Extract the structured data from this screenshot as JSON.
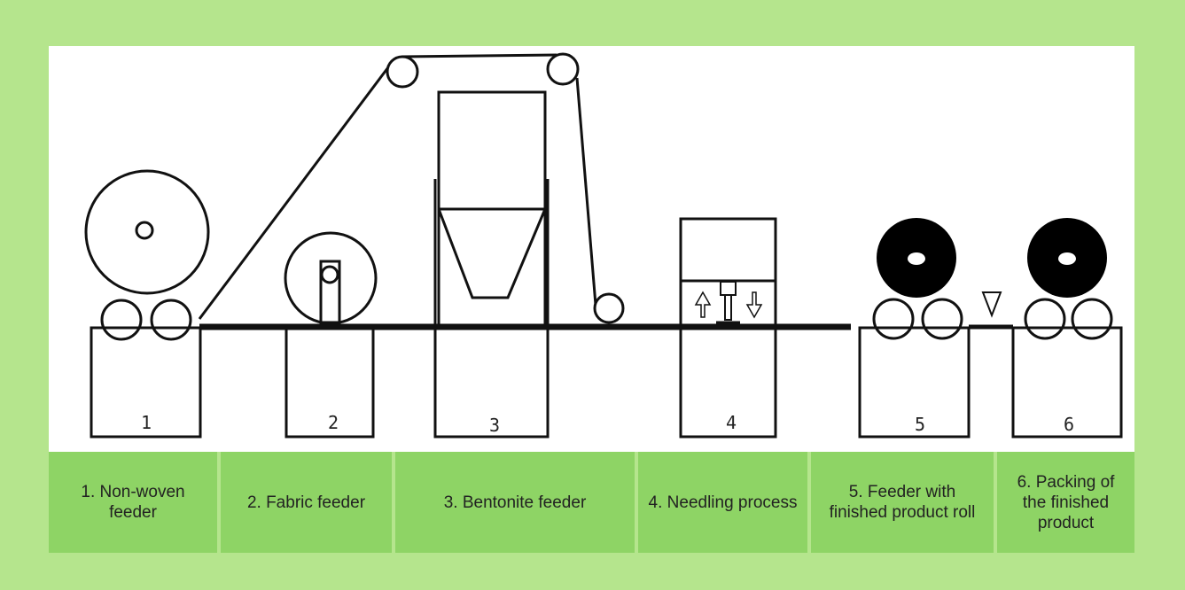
{
  "stations": [
    {
      "number": "1",
      "label": "1. Non-woven feeder"
    },
    {
      "number": "2",
      "label": "2. Fabric feeder"
    },
    {
      "number": "3",
      "label": "3. Bentonite feeder"
    },
    {
      "number": "4",
      "label": "4. Needling process"
    },
    {
      "number": "5",
      "label": "5. Feeder with finished product roll"
    },
    {
      "number": "6",
      "label": "6. Packing of the finished product"
    }
  ],
  "colors": {
    "background": "#b5e58d",
    "legend_cell": "#8ed465",
    "line": "#111111",
    "product_roll": "#000000"
  }
}
